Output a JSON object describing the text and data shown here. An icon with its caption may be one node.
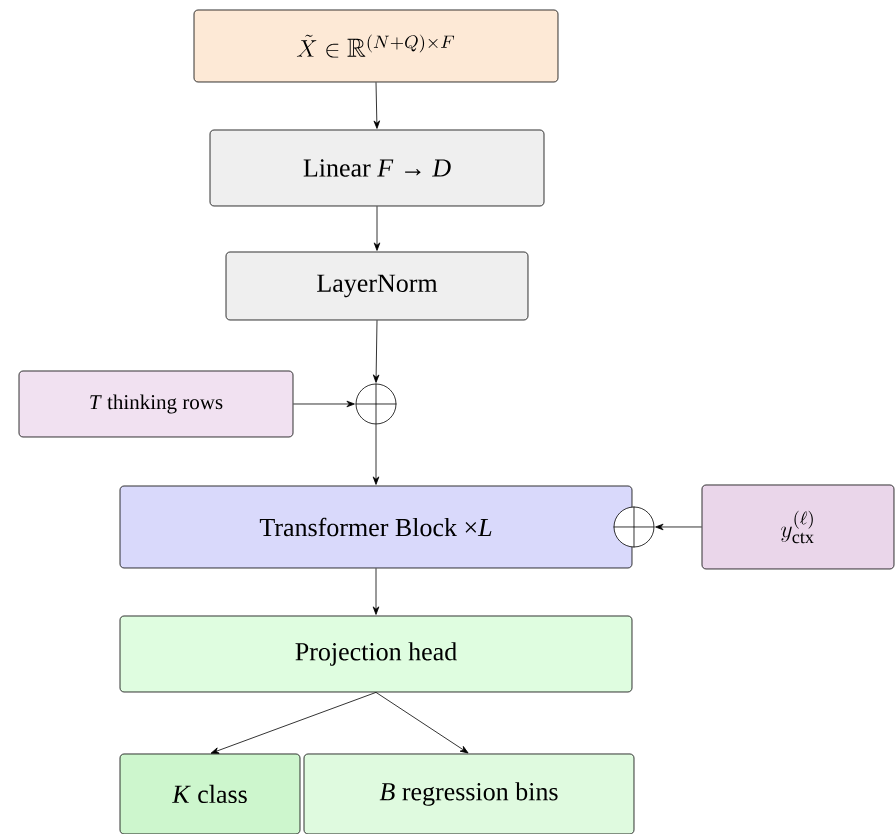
{
  "diagram": {
    "nodes": [
      {
        "text": [
          "\\tilde{X} \\in \\mathbb{R}^{(N+Q)\\times F}"
        ]
      },
      {
        "text": [
          "Linear *F* → *D*"
        ]
      },
      {
        "text": [
          "LayerNorm"
        ]
      },
      {
        "text": [
          "*T* thinking rows"
        ]
      },
      {
        "text": [],
        "shape": "circle"
      },
      {
        "text": [
          "Transformer Block ×*L*"
        ]
      },
      {
        "text": [],
        "shape": "circle"
      },
      {
        "text": [
          "y_{\\mathrm{ctx}}^{(\\ell)}"
        ]
      },
      {
        "text": [
          "Projection head"
        ]
      },
      {
        "text": [
          "*K* class"
        ]
      },
      {
        "text": [
          "*B* regression bins"
        ]
      }
    ],
    "edges": [
      {
        "from": 0,
        "to": 1,
        "arrow": "to"
      },
      {
        "from": 1,
        "to": 2,
        "arrow": "to"
      },
      {
        "from": 2,
        "to": 4,
        "arrow": "to"
      },
      {
        "from": 3,
        "to": 4,
        "arrow": "to"
      },
      {
        "from": 4,
        "to": 5,
        "arrow": "to"
      },
      {
        "from": 7,
        "to": 6,
        "arrow": "to"
      },
      {
        "from": 5,
        "to": 8,
        "arrow": "to"
      },
      {
        "from": 8,
        "to": 9,
        "arrow": "to"
      },
      {
        "from": 8,
        "to": 10,
        "arrow": "to"
      }
    ]
  }
}
